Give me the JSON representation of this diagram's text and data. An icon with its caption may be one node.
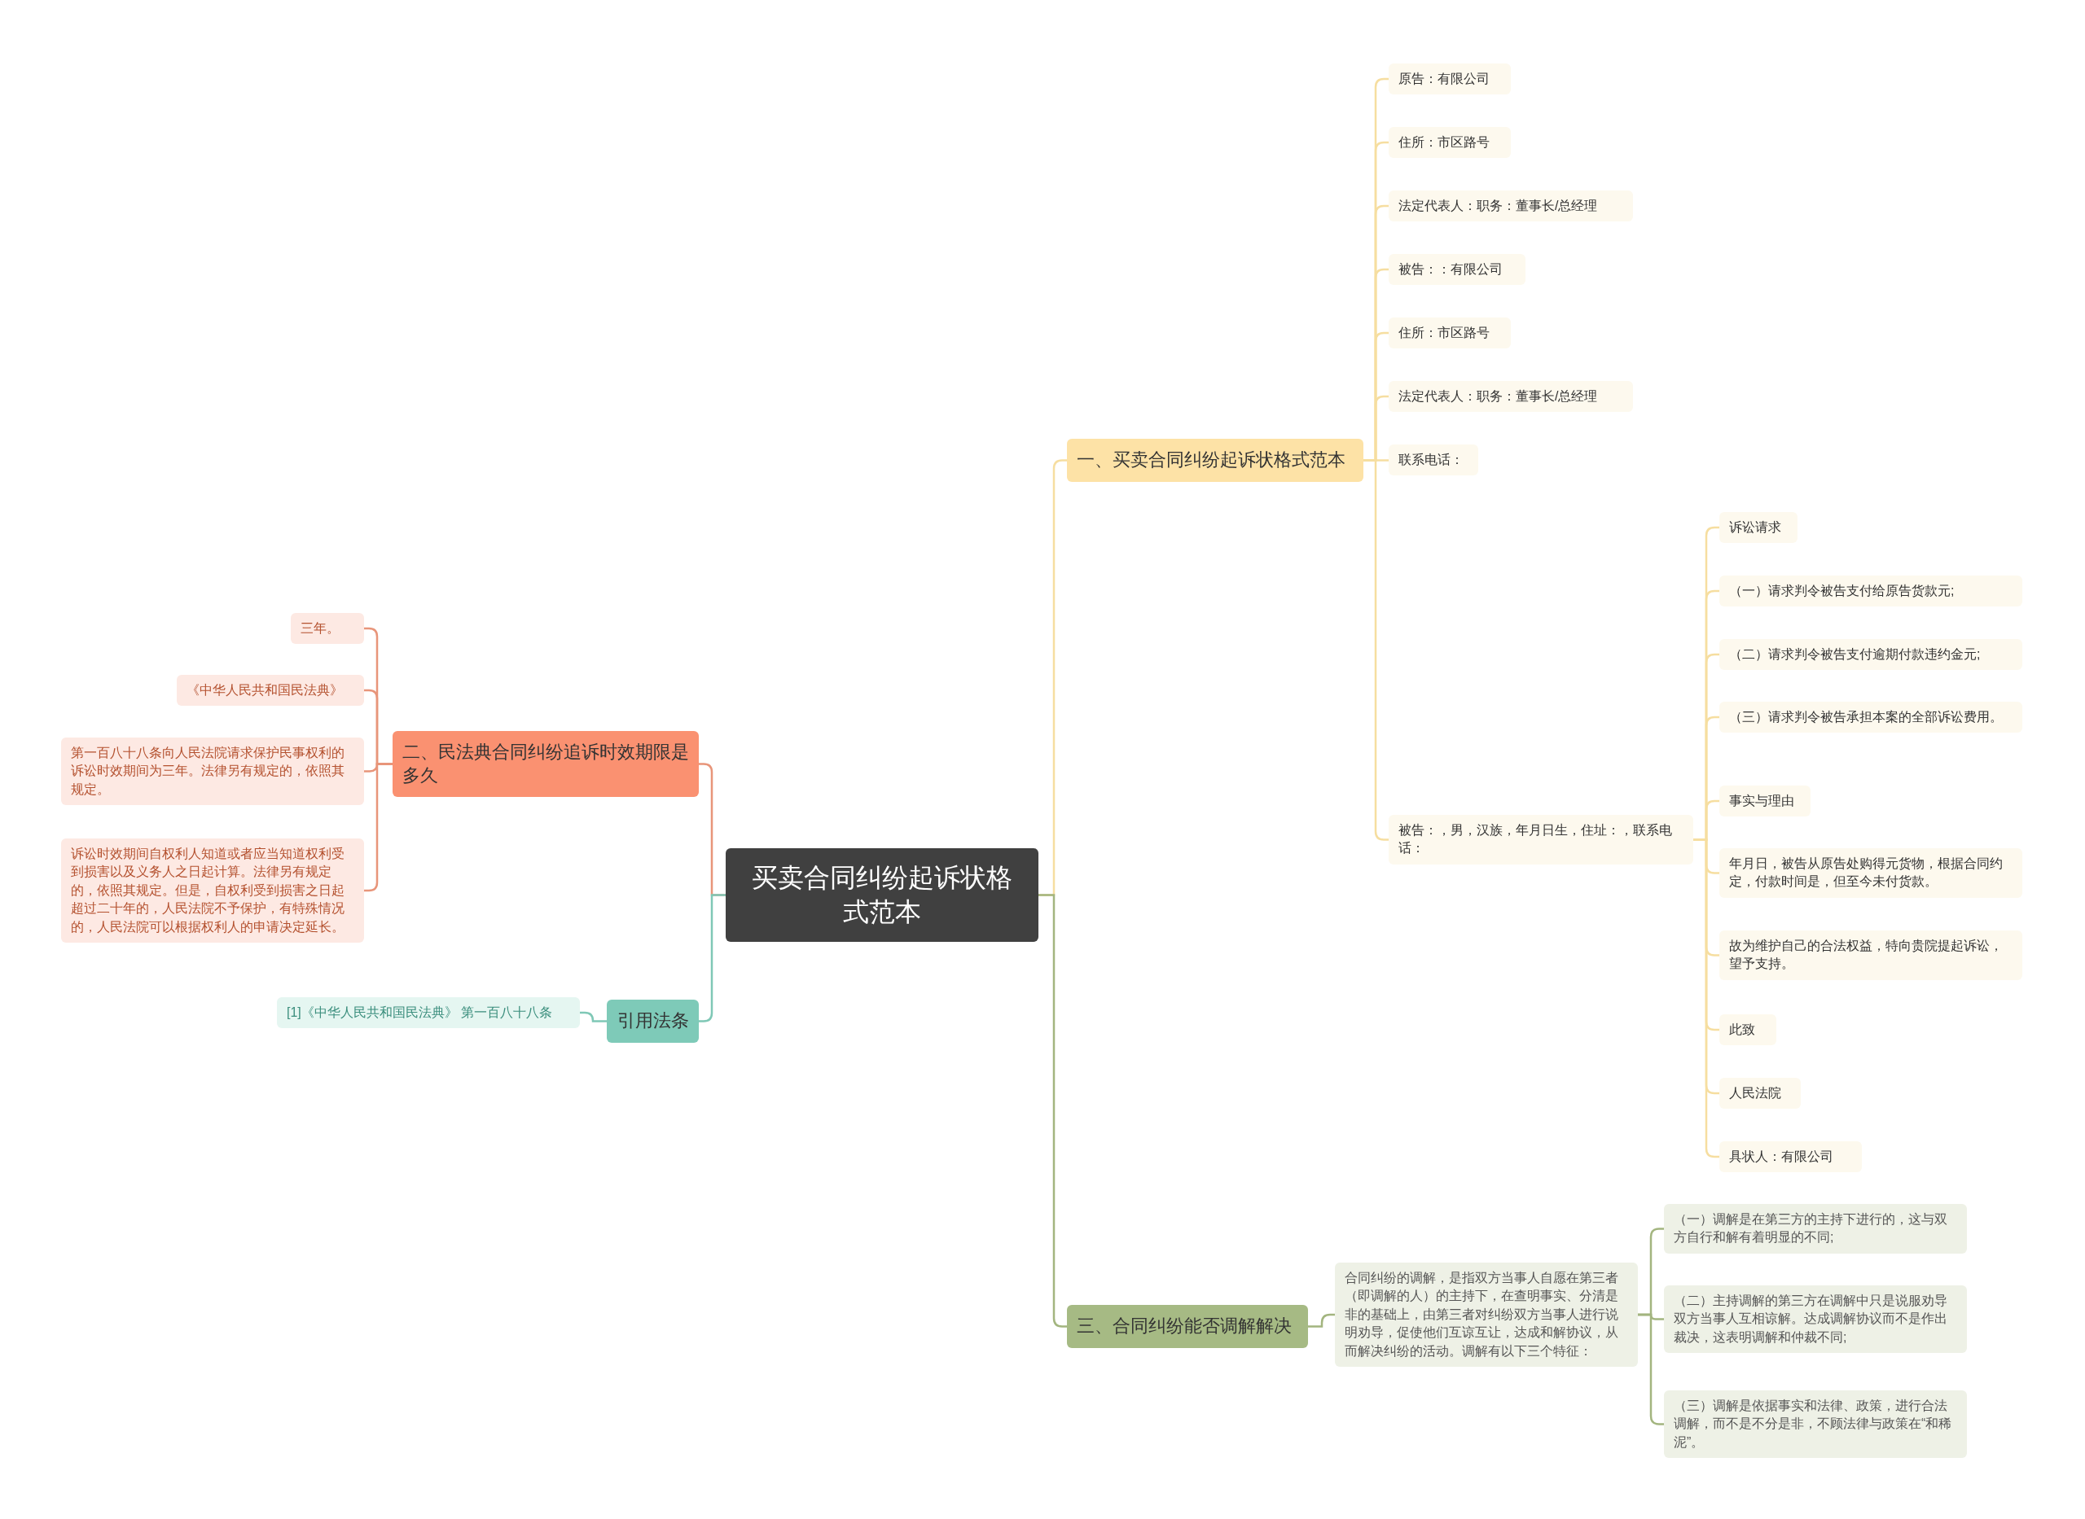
{
  "diagram": {
    "nodes": [
      {
        "text": [
          "买卖合同纠纷起诉状格式范本"
        ]
      },
      {
        "text": [
          "一、买卖合同纠纷起诉状格式范本"
        ]
      },
      {
        "text": [
          "原告：有限公司"
        ]
      },
      {
        "text": [
          "住所：市区路号"
        ]
      },
      {
        "text": [
          "法定代表人：职务：董事长/总经理"
        ]
      },
      {
        "text": [
          "被告：：有限公司"
        ]
      },
      {
        "text": [
          "住所：市区路号"
        ]
      },
      {
        "text": [
          "法定代表人：职务：董事长/总经理"
        ]
      },
      {
        "text": [
          "联系电话："
        ]
      },
      {
        "text": [
          "被告：，男，汉族，年月日生，住址：，联系电话："
        ]
      },
      {
        "text": [
          "诉讼请求"
        ]
      },
      {
        "text": [
          "（一）请求判令被告支付给原告货款元;"
        ]
      },
      {
        "text": [
          "（二）请求判令被告支付逾期付款违约金元;"
        ]
      },
      {
        "text": [
          "（三）请求判令被告承担本案的全部诉讼费用。"
        ]
      },
      {
        "text": [
          "事实与理由"
        ]
      },
      {
        "text": [
          "年月日，被告从原告处购得元货物，根据合同约定，付款时间是，但至今未付货款。"
        ]
      },
      {
        "text": [
          "故为维护自己的合法权益，特向贵院提起诉讼，望予支持。"
        ]
      },
      {
        "text": [
          "此致"
        ]
      },
      {
        "text": [
          "人民法院"
        ]
      },
      {
        "text": [
          "具状人：有限公司"
        ]
      },
      {
        "text": [
          "三、合同纠纷能否调解解决"
        ]
      },
      {
        "text": [
          "合同纠纷的调解，是指双方当事人自愿在第三者（即调解的人）的主持下，在查明事实、分清是非的基础上，由第三者对纠纷双方当事人进行说明劝导，促使他们互谅互让，达成和解协议，从而解决纠纷的活动。调解有以下三个特征："
        ]
      },
      {
        "text": [
          "（一）调解是在第三方的主持下进行的，这与双方自行和解有着明显的不同;"
        ]
      },
      {
        "text": [
          "（二）主持调解的第三方在调解中只是说服劝导双方当事人互相谅解。达成调解协议而不是作出裁决，这表明调解和仲裁不同;"
        ]
      },
      {
        "text": [
          "（三）调解是依据事实和法律、政策，进行合法调解，而不是不分是非，不顾法律与政策在“和稀泥”。"
        ]
      },
      {
        "text": [
          "二、民法典合同纠纷追诉时效期限是多久"
        ]
      },
      {
        "text": [
          "三年。"
        ]
      },
      {
        "text": [
          "《中华人民共和国民法典》"
        ]
      },
      {
        "text": [
          "第一百八十八条向人民法院请求保护民事权利的诉讼时效期间为三年。法律另有规定的，依照其规定。"
        ]
      },
      {
        "text": [
          "诉讼时效期间自权利人知道或者应当知道权利受到损害以及义务人之日起计算。法律另有规定的，依照其规定。但是，自权利受到损害之日起超过二十年的，人民法院不予保护，有特殊情况的，人民法院可以根据权利人的申请决定延长。"
        ]
      },
      {
        "text": [
          "引用法条"
        ]
      },
      {
        "text": [
          "[1]《中华人民共和国民法典》 第一百八十八条"
        ]
      }
    ],
    "edges": [
      {
        "from": 0,
        "to": 1,
        "arrow": "none"
      },
      {
        "from": 1,
        "to": 2,
        "arrow": "none"
      },
      {
        "from": 1,
        "to": 3,
        "arrow": "none"
      },
      {
        "from": 1,
        "to": 4,
        "arrow": "none"
      },
      {
        "from": 1,
        "to": 5,
        "arrow": "none"
      },
      {
        "from": 1,
        "to": 6,
        "arrow": "none"
      },
      {
        "from": 1,
        "to": 7,
        "arrow": "none"
      },
      {
        "from": 1,
        "to": 8,
        "arrow": "none"
      },
      {
        "from": 1,
        "to": 9,
        "arrow": "none"
      },
      {
        "from": 9,
        "to": 10,
        "arrow": "none"
      },
      {
        "from": 9,
        "to": 11,
        "arrow": "none"
      },
      {
        "from": 9,
        "to": 12,
        "arrow": "none"
      },
      {
        "from": 9,
        "to": 13,
        "arrow": "none"
      },
      {
        "from": 9,
        "to": 14,
        "arrow": "none"
      },
      {
        "from": 9,
        "to": 15,
        "arrow": "none"
      },
      {
        "from": 9,
        "to": 16,
        "arrow": "none"
      },
      {
        "from": 9,
        "to": 17,
        "arrow": "none"
      },
      {
        "from": 9,
        "to": 18,
        "arrow": "none"
      },
      {
        "from": 9,
        "to": 19,
        "arrow": "none"
      },
      {
        "from": 0,
        "to": 20,
        "arrow": "none",
        "color": "#a3b57f"
      },
      {
        "from": 20,
        "to": 21,
        "arrow": "none",
        "color": "#a3b57f"
      },
      {
        "from": 21,
        "to": 22,
        "arrow": "none",
        "color": "#a3b57f"
      },
      {
        "from": 21,
        "to": 23,
        "arrow": "none",
        "color": "#a3b57f"
      },
      {
        "from": 21,
        "to": 24,
        "arrow": "none",
        "color": "#a3b57f"
      },
      {
        "from": 0,
        "to": 25,
        "arrow": "none",
        "color": "#e8957a"
      },
      {
        "from": 25,
        "to": 26,
        "arrow": "none",
        "color": "#e8957a"
      },
      {
        "from": 25,
        "to": 27,
        "arrow": "none",
        "color": "#e8957a"
      },
      {
        "from": 25,
        "to": 28,
        "arrow": "none",
        "color": "#e8957a"
      },
      {
        "from": 25,
        "to": 29,
        "arrow": "none",
        "color": "#e8957a"
      },
      {
        "from": 0,
        "to": 30,
        "arrow": "none",
        "color": "#7fc8b6"
      },
      {
        "from": 30,
        "to": 31,
        "arrow": "none",
        "color": "#7fc8b6"
      }
    ]
  }
}
